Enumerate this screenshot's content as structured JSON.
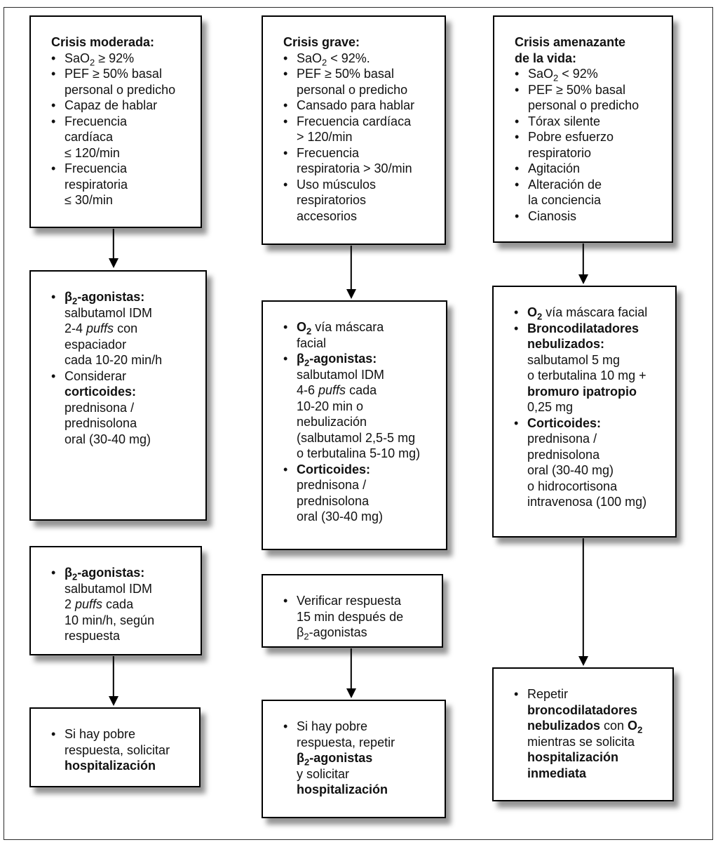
{
  "bullet_char": "•",
  "colors": {
    "box_border": "#000000",
    "frame_border": "#2b2b2b",
    "background": "#ffffff",
    "text": "#111111",
    "shadow": "#9a9a9a"
  },
  "boxes": {
    "crisis_moderada": {
      "lines": [
        {
          "title": true,
          "seg": [
            [
              "Crisis moderada:",
              "b"
            ]
          ]
        },
        {
          "bullet": true,
          "seg": [
            [
              "SaO",
              ""
            ],
            [
              "2",
              "s"
            ],
            [
              " ≥ 92%",
              ""
            ]
          ]
        },
        {
          "bullet": true,
          "seg": [
            [
              "PEF ≥ 50% basal",
              ""
            ]
          ]
        },
        {
          "cont": true,
          "seg": [
            [
              "personal o predicho",
              ""
            ]
          ]
        },
        {
          "bullet": true,
          "seg": [
            [
              "Capaz de hablar",
              ""
            ]
          ]
        },
        {
          "bullet": true,
          "seg": [
            [
              "Frecuencia",
              ""
            ]
          ]
        },
        {
          "cont": true,
          "seg": [
            [
              "cardíaca",
              ""
            ]
          ]
        },
        {
          "cont": true,
          "seg": [
            [
              "≤ 120/min",
              ""
            ]
          ]
        },
        {
          "bullet": true,
          "seg": [
            [
              "Frecuencia",
              ""
            ]
          ]
        },
        {
          "cont": true,
          "seg": [
            [
              "respiratoria",
              ""
            ]
          ]
        },
        {
          "cont": true,
          "seg": [
            [
              "≤ 30/min",
              ""
            ]
          ]
        }
      ]
    },
    "crisis_grave": {
      "lines": [
        {
          "title": true,
          "seg": [
            [
              "Crisis grave:",
              "b"
            ]
          ]
        },
        {
          "bullet": true,
          "seg": [
            [
              "SaO",
              ""
            ],
            [
              "2",
              "s"
            ],
            [
              " < 92%.",
              ""
            ]
          ]
        },
        {
          "bullet": true,
          "seg": [
            [
              "PEF ≥ 50% basal",
              ""
            ]
          ]
        },
        {
          "cont": true,
          "seg": [
            [
              "personal o predicho",
              ""
            ]
          ]
        },
        {
          "bullet": true,
          "seg": [
            [
              "Cansado para hablar",
              ""
            ]
          ]
        },
        {
          "bullet": true,
          "seg": [
            [
              "Frecuencia cardíaca",
              ""
            ]
          ]
        },
        {
          "cont": true,
          "seg": [
            [
              "> 120/min",
              ""
            ]
          ]
        },
        {
          "bullet": true,
          "seg": [
            [
              "Frecuencia",
              ""
            ]
          ]
        },
        {
          "cont": true,
          "seg": [
            [
              "respiratoria > 30/min",
              ""
            ]
          ]
        },
        {
          "bullet": true,
          "seg": [
            [
              "Uso músculos",
              ""
            ]
          ]
        },
        {
          "cont": true,
          "seg": [
            [
              "respiratorios",
              ""
            ]
          ]
        },
        {
          "cont": true,
          "seg": [
            [
              "accesorios",
              ""
            ]
          ]
        }
      ]
    },
    "crisis_amenazante": {
      "lines": [
        {
          "title": true,
          "seg": [
            [
              "Crisis amenazante",
              "b"
            ]
          ]
        },
        {
          "title": true,
          "seg": [
            [
              "de la vida:",
              "b"
            ]
          ]
        },
        {
          "bullet": true,
          "seg": [
            [
              "SaO",
              ""
            ],
            [
              "2",
              "s"
            ],
            [
              " < 92%",
              ""
            ]
          ]
        },
        {
          "bullet": true,
          "seg": [
            [
              "PEF ≥ 50% basal",
              ""
            ]
          ]
        },
        {
          "cont": true,
          "seg": [
            [
              "personal o predicho",
              ""
            ]
          ]
        },
        {
          "bullet": true,
          "seg": [
            [
              "Tórax silente",
              ""
            ]
          ]
        },
        {
          "bullet": true,
          "seg": [
            [
              "Pobre esfuerzo",
              ""
            ]
          ]
        },
        {
          "cont": true,
          "seg": [
            [
              "respiratorio",
              ""
            ]
          ]
        },
        {
          "bullet": true,
          "seg": [
            [
              "Agitación",
              ""
            ]
          ]
        },
        {
          "bullet": true,
          "seg": [
            [
              "Alteración de",
              ""
            ]
          ]
        },
        {
          "cont": true,
          "seg": [
            [
              "la conciencia",
              ""
            ]
          ]
        },
        {
          "bullet": true,
          "seg": [
            [
              "Cianosis",
              ""
            ]
          ]
        }
      ]
    },
    "tratamiento_moderada": {
      "lines": [
        {
          "bullet": true,
          "seg": [
            [
              "β",
              "b"
            ],
            [
              "2",
              "bs"
            ],
            [
              "-agonistas:",
              "b"
            ]
          ]
        },
        {
          "cont": true,
          "seg": [
            [
              "salbutamol IDM",
              ""
            ]
          ]
        },
        {
          "cont": true,
          "seg": [
            [
              "2-4 ",
              ""
            ],
            [
              "puffs",
              "i"
            ],
            [
              " con",
              ""
            ]
          ]
        },
        {
          "cont": true,
          "seg": [
            [
              "espaciador",
              ""
            ]
          ]
        },
        {
          "cont": true,
          "seg": [
            [
              "cada 10-20 min/h",
              ""
            ]
          ]
        },
        {
          "bullet": true,
          "seg": [
            [
              "Considerar",
              ""
            ]
          ]
        },
        {
          "cont": true,
          "seg": [
            [
              "corticoides:",
              "b"
            ]
          ]
        },
        {
          "cont": true,
          "seg": [
            [
              "prednisona /",
              ""
            ]
          ]
        },
        {
          "cont": true,
          "seg": [
            [
              "prednisolona",
              ""
            ]
          ]
        },
        {
          "cont": true,
          "seg": [
            [
              "oral (30-40 mg)",
              ""
            ]
          ]
        }
      ]
    },
    "tratamiento_grave": {
      "lines": [
        {
          "bullet": true,
          "seg": [
            [
              "O",
              "b"
            ],
            [
              "2",
              "bs"
            ],
            [
              " vía máscara",
              ""
            ]
          ]
        },
        {
          "cont": true,
          "seg": [
            [
              "facial",
              ""
            ]
          ]
        },
        {
          "bullet": true,
          "seg": [
            [
              "β",
              "b"
            ],
            [
              "2",
              "bs"
            ],
            [
              "-agonistas:",
              "b"
            ]
          ]
        },
        {
          "cont": true,
          "seg": [
            [
              "salbutamol IDM",
              ""
            ]
          ]
        },
        {
          "cont": true,
          "seg": [
            [
              "4-6 ",
              ""
            ],
            [
              "puffs",
              "i"
            ],
            [
              " cada",
              ""
            ]
          ]
        },
        {
          "cont": true,
          "seg": [
            [
              "10-20 min o",
              ""
            ]
          ]
        },
        {
          "cont": true,
          "seg": [
            [
              "nebulización",
              ""
            ]
          ]
        },
        {
          "cont": true,
          "seg": [
            [
              "(salbutamol 2,5-5 mg",
              ""
            ]
          ]
        },
        {
          "cont": true,
          "seg": [
            [
              "o terbutalina 5-10 mg)",
              ""
            ]
          ]
        },
        {
          "bullet": true,
          "seg": [
            [
              "Corticoides:",
              "b"
            ]
          ]
        },
        {
          "cont": true,
          "seg": [
            [
              "prednisona /",
              ""
            ]
          ]
        },
        {
          "cont": true,
          "seg": [
            [
              "prednisolona",
              ""
            ]
          ]
        },
        {
          "cont": true,
          "seg": [
            [
              "oral (30-40 mg)",
              ""
            ]
          ]
        }
      ]
    },
    "tratamiento_amenazante": {
      "lines": [
        {
          "bullet": true,
          "seg": [
            [
              "O",
              "b"
            ],
            [
              "2",
              "bs"
            ],
            [
              " vía máscara facial",
              ""
            ]
          ]
        },
        {
          "bullet": true,
          "seg": [
            [
              "Broncodilatadores",
              "b"
            ]
          ]
        },
        {
          "cont": true,
          "seg": [
            [
              "nebulizados:",
              "b"
            ]
          ]
        },
        {
          "cont": true,
          "seg": [
            [
              "salbutamol 5 mg",
              ""
            ]
          ]
        },
        {
          "cont": true,
          "seg": [
            [
              "o terbutalina 10 mg +",
              ""
            ]
          ]
        },
        {
          "cont": true,
          "seg": [
            [
              "bromuro ipatropio",
              "b"
            ]
          ]
        },
        {
          "cont": true,
          "seg": [
            [
              "0,25 mg",
              ""
            ]
          ]
        },
        {
          "bullet": true,
          "seg": [
            [
              "Corticoides:",
              "b"
            ]
          ]
        },
        {
          "cont": true,
          "seg": [
            [
              "prednisona /",
              ""
            ]
          ]
        },
        {
          "cont": true,
          "seg": [
            [
              "prednisolona",
              ""
            ]
          ]
        },
        {
          "cont": true,
          "seg": [
            [
              "oral (30-40 mg)",
              ""
            ]
          ]
        },
        {
          "cont": true,
          "seg": [
            [
              "o hidrocortisona",
              ""
            ]
          ]
        },
        {
          "cont": true,
          "seg": [
            [
              "intravenosa (100 mg)",
              ""
            ]
          ]
        }
      ]
    },
    "seguimiento_moderada": {
      "lines": [
        {
          "bullet": true,
          "seg": [
            [
              "β",
              "b"
            ],
            [
              "2",
              "bs"
            ],
            [
              "-agonistas:",
              "b"
            ]
          ]
        },
        {
          "cont": true,
          "seg": [
            [
              "salbutamol IDM",
              ""
            ]
          ]
        },
        {
          "cont": true,
          "seg": [
            [
              "2 ",
              ""
            ],
            [
              "puffs",
              "i"
            ],
            [
              " cada",
              ""
            ]
          ]
        },
        {
          "cont": true,
          "seg": [
            [
              "10 min/h, según",
              ""
            ]
          ]
        },
        {
          "cont": true,
          "seg": [
            [
              "respuesta",
              ""
            ]
          ]
        }
      ]
    },
    "verificar_respuesta": {
      "lines": [
        {
          "bullet": true,
          "seg": [
            [
              "Verificar respuesta",
              ""
            ]
          ]
        },
        {
          "cont": true,
          "seg": [
            [
              "15 min después de",
              ""
            ]
          ]
        },
        {
          "cont": true,
          "seg": [
            [
              "β",
              ""
            ],
            [
              "2",
              "s"
            ],
            [
              "-agonistas",
              ""
            ]
          ]
        }
      ]
    },
    "hospitalizacion_moderada": {
      "lines": [
        {
          "bullet": true,
          "seg": [
            [
              "Si hay pobre",
              ""
            ]
          ]
        },
        {
          "cont": true,
          "seg": [
            [
              "respuesta, solicitar",
              ""
            ]
          ]
        },
        {
          "cont": true,
          "seg": [
            [
              "hospitalización",
              "b"
            ]
          ]
        }
      ]
    },
    "hospitalizacion_grave": {
      "lines": [
        {
          "bullet": true,
          "seg": [
            [
              "Si hay pobre",
              ""
            ]
          ]
        },
        {
          "cont": true,
          "seg": [
            [
              "respuesta, repetir",
              ""
            ]
          ]
        },
        {
          "cont": true,
          "seg": [
            [
              "β",
              "b"
            ],
            [
              "2",
              "bs"
            ],
            [
              "-agonistas",
              "b"
            ]
          ]
        },
        {
          "cont": true,
          "seg": [
            [
              "y solicitar",
              ""
            ]
          ]
        },
        {
          "cont": true,
          "seg": [
            [
              "hospitalización",
              "b"
            ]
          ]
        }
      ]
    },
    "hospitalizacion_inmediata": {
      "lines": [
        {
          "bullet": true,
          "seg": [
            [
              "Repetir",
              ""
            ]
          ]
        },
        {
          "cont": true,
          "seg": [
            [
              "broncodilatadores",
              "b"
            ]
          ]
        },
        {
          "cont": true,
          "seg": [
            [
              "nebulizados",
              "b"
            ],
            [
              " con ",
              ""
            ],
            [
              "O",
              "b"
            ],
            [
              "2",
              "bs"
            ]
          ]
        },
        {
          "cont": true,
          "seg": [
            [
              "mientras se solicita",
              ""
            ]
          ]
        },
        {
          "cont": true,
          "seg": [
            [
              "hospitalización",
              "b"
            ]
          ]
        },
        {
          "cont": true,
          "seg": [
            [
              "inmediata",
              "b"
            ]
          ]
        }
      ]
    }
  }
}
